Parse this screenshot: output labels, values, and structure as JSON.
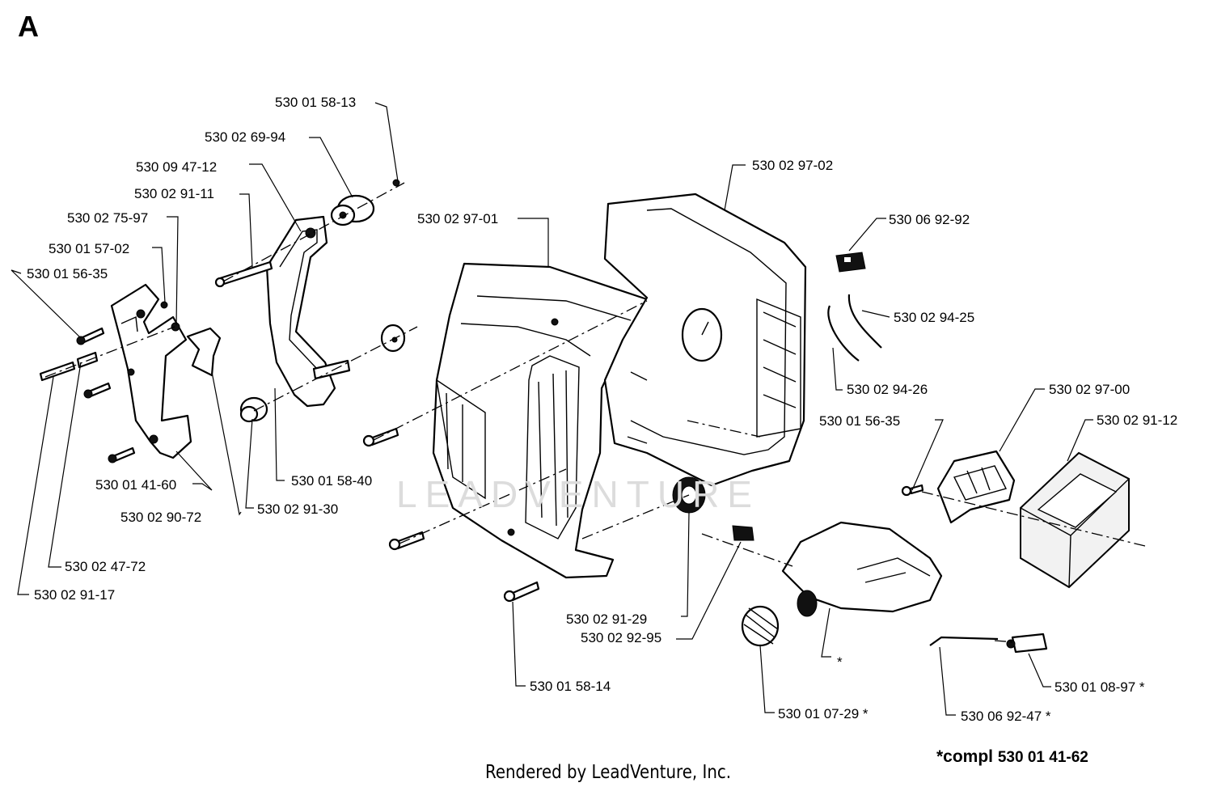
{
  "section_letter": "A",
  "watermark": "LEADVENTURE",
  "footer": "Rendered by LeadVenture, Inc.",
  "compl_note": {
    "prefix": "*compl",
    "number": "530 01 41-62"
  },
  "labels": {
    "p_530_01_58_13": "530 01 58-13",
    "p_530_02_69_94": "530 02 69-94",
    "p_530_09_47_12": "530 09 47-12",
    "p_530_02_91_11": "530 02 91-11",
    "p_530_02_75_97": "530 02 75-97",
    "p_530_01_57_02": "530 01 57-02",
    "p_530_01_56_35_left": "530 01 56-35",
    "p_530_02_97_01": "530 02 97-01",
    "p_530_02_97_02": "530 02 97-02",
    "p_530_06_92_92": "530 06 92-92",
    "p_530_02_94_25": "530 02 94-25",
    "p_530_02_94_26": "530 02 94-26",
    "p_530_02_97_00": "530 02 97-00",
    "p_530_01_56_35_right": "530 01 56-35",
    "p_530_02_91_12": "530 02 91-12",
    "p_530_01_41_60": "530 01 41-60",
    "p_530_02_90_72": "530 02 90-72",
    "p_530_01_58_40": "530 01 58-40",
    "p_530_02_91_30": "530 02 91-30",
    "p_530_02_47_72": "530 02 47-72",
    "p_530_02_91_17": "530 02 91-17",
    "p_530_02_91_29": "530 02 91-29",
    "p_530_02_92_95": "530 02 92-95",
    "p_530_01_58_14": "530 01 58-14",
    "p_asterisk": "*",
    "p_530_01_07_29": "530 01 07-29 *",
    "p_530_01_08_97": "530 01 08-97 *",
    "p_530_06_92_47": "530 06 92-47 *"
  }
}
